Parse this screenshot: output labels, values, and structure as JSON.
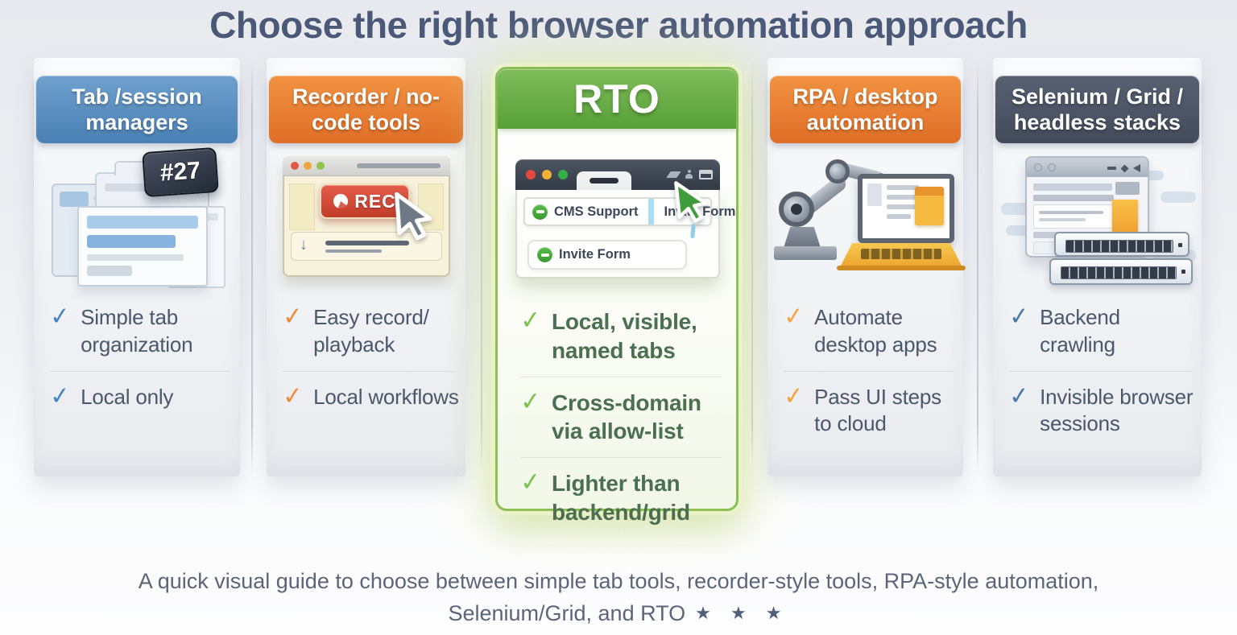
{
  "title": "Choose the right browser automation approach",
  "icons": {
    "check": "✓",
    "down_arrow": "↓",
    "stars": "★ ★ ★"
  },
  "columns": {
    "tab_session": {
      "header": "Tab /session managers",
      "badge": "#27",
      "accent": "#4e86c0",
      "bullets": [
        "Simple tab organization",
        "Local only"
      ]
    },
    "recorder": {
      "header": "Recorder / no-code tools",
      "rec_label": "REC",
      "accent": "#ec7b2e",
      "bullets": [
        "Easy record/ playback",
        "Local workflows"
      ]
    },
    "rto": {
      "header": "RTO",
      "accent": "#64ab3f",
      "browser_tabs": [
        "CMS Support",
        "Invite Form"
      ],
      "named_tab": "Invite Form",
      "bullets": [
        "Local, visible, named tabs",
        "Cross-domain via allow-list",
        "Lighter than backend/grid"
      ]
    },
    "rpa": {
      "header": "RPA / desktop automation",
      "accent": "#f0a23b",
      "bullets": [
        "Automate desktop apps",
        "Pass UI steps to cloud"
      ]
    },
    "selenium": {
      "header": "Selenium / Grid / headless stacks",
      "accent": "#4d7aa9",
      "bullets": [
        "Backend crawling",
        "Invisible browser sessions"
      ]
    }
  },
  "footer": {
    "line1": "A quick visual guide to choose between simple tab tools, recorder-style tools, RPA-style automation,",
    "line2": "Selenium/Grid, and RTO"
  }
}
